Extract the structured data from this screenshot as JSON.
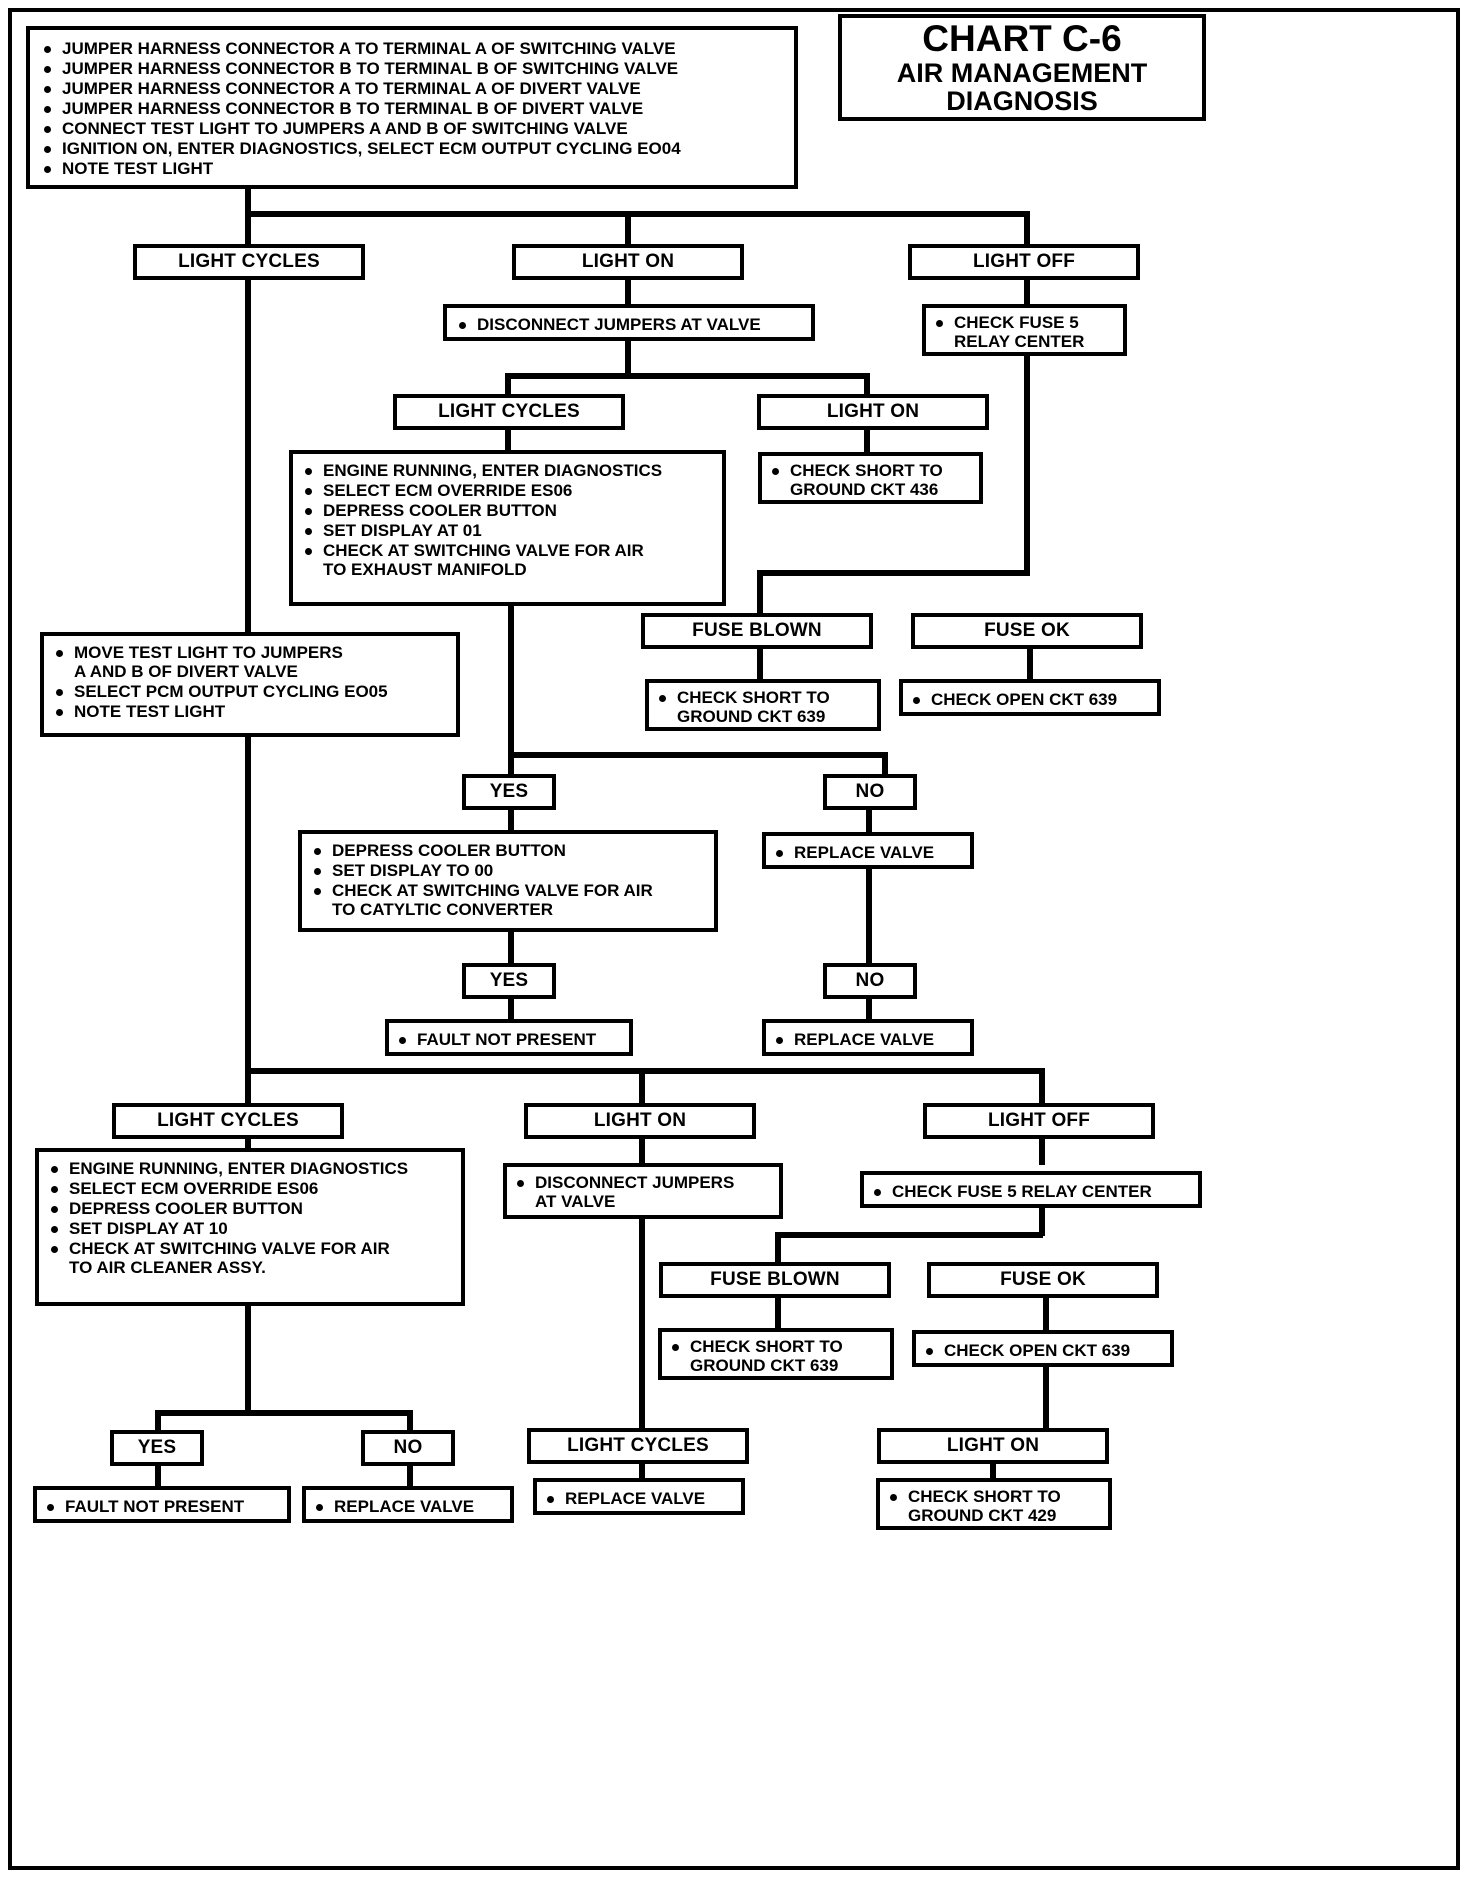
{
  "title": {
    "chart_label": "CHART C-6",
    "subtitle_line1": "AIR MANAGEMENT",
    "subtitle_line2": "DIAGNOSIS"
  },
  "intro": {
    "steps": [
      "JUMPER HARNESS CONNECTOR A TO TERMINAL A OF SWITCHING VALVE",
      "JUMPER HARNESS CONNECTOR B TO TERMINAL B OF SWITCHING VALVE",
      "JUMPER HARNESS CONNECTOR A TO TERMINAL A OF DIVERT VALVE",
      "JUMPER HARNESS CONNECTOR B TO TERMINAL B OF DIVERT VALVE",
      "CONNECT TEST LIGHT TO JUMPERS A AND B OF SWITCHING VALVE",
      "IGNITION ON, ENTER DIAGNOSTICS, SELECT ECM OUTPUT CYCLING EO04",
      "NOTE TEST LIGHT"
    ]
  },
  "branch1": {
    "light_cycles": "LIGHT CYCLES",
    "light_on": "LIGHT ON",
    "light_off": "LIGHT OFF"
  },
  "disconnect_jumpers": {
    "text": "DISCONNECT JUMPERS AT VALVE"
  },
  "check_fuse5": {
    "line1": "CHECK FUSE 5",
    "line2": "RELAY CENTER"
  },
  "branch2": {
    "light_cycles": "LIGHT CYCLES",
    "light_on": "LIGHT ON"
  },
  "check_short_436": {
    "line1": "CHECK SHORT TO",
    "line2": "GROUND CKT 436"
  },
  "engine_running_01": {
    "steps": [
      "ENGINE RUNNING, ENTER DIAGNOSTICS",
      "SELECT ECM OVERRIDE ES06",
      "DEPRESS COOLER BUTTON",
      "SET DISPLAY AT 01",
      "CHECK AT SWITCHING VALVE FOR AIR"
    ],
    "last_cont": "TO EXHAUST MANIFOLD"
  },
  "move_test_light": {
    "step1": "MOVE TEST LIGHT TO JUMPERS",
    "step1_cont": "A AND B OF DIVERT VALVE",
    "step2": "SELECT PCM OUTPUT CYCLING EO05",
    "step3": "NOTE TEST LIGHT"
  },
  "fuse_row1": {
    "blown": "FUSE BLOWN",
    "ok": "FUSE OK"
  },
  "check_short_639_a": {
    "line1": "CHECK SHORT TO",
    "line2": "GROUND CKT 639"
  },
  "check_open_639_a": {
    "text": "CHECK OPEN CKT 639"
  },
  "yesno1": {
    "yes": "YES",
    "no": "NO"
  },
  "replace_valve_1": {
    "text": "REPLACE VALVE"
  },
  "depress_cooler_00": {
    "steps": [
      "DEPRESS COOLER BUTTON",
      "SET DISPLAY TO 00",
      "CHECK AT SWITCHING VALVE FOR AIR"
    ],
    "last_cont": "TO CATYLTIC CONVERTER"
  },
  "yesno2": {
    "yes": "YES",
    "no": "NO"
  },
  "fault_not_present_1": {
    "text": "FAULT NOT PRESENT"
  },
  "replace_valve_2": {
    "text": "REPLACE VALVE"
  },
  "branch3": {
    "light_cycles": "LIGHT CYCLES",
    "light_on": "LIGHT ON",
    "light_off": "LIGHT OFF"
  },
  "engine_running_10": {
    "steps": [
      "ENGINE RUNNING, ENTER DIAGNOSTICS",
      "SELECT ECM OVERRIDE ES06",
      "DEPRESS COOLER BUTTON",
      "SET DISPLAY AT 10",
      "CHECK AT SWITCHING VALVE FOR AIR"
    ],
    "last_cont": "TO AIR CLEANER ASSY."
  },
  "disconnect_jumpers_2": {
    "line1": "DISCONNECT JUMPERS",
    "line2": "AT VALVE"
  },
  "check_fuse5_relay_2": {
    "text": "CHECK FUSE 5 RELAY CENTER"
  },
  "fuse_row2": {
    "blown": "FUSE BLOWN",
    "ok": "FUSE OK"
  },
  "check_short_639_b": {
    "line1": "CHECK SHORT TO",
    "line2": "GROUND CKT 639"
  },
  "check_open_639_b": {
    "text": "CHECK OPEN CKT 639"
  },
  "yesno3": {
    "yes": "YES",
    "no": "NO"
  },
  "fault_not_present_2": {
    "text": "FAULT NOT PRESENT"
  },
  "replace_valve_3": {
    "text": "REPLACE VALVE"
  },
  "branch4": {
    "light_cycles": "LIGHT CYCLES",
    "light_on": "LIGHT ON"
  },
  "replace_valve_4": {
    "text": "REPLACE VALVE"
  },
  "check_short_429": {
    "line1": "CHECK SHORT TO",
    "line2": "GROUND CKT 429"
  }
}
